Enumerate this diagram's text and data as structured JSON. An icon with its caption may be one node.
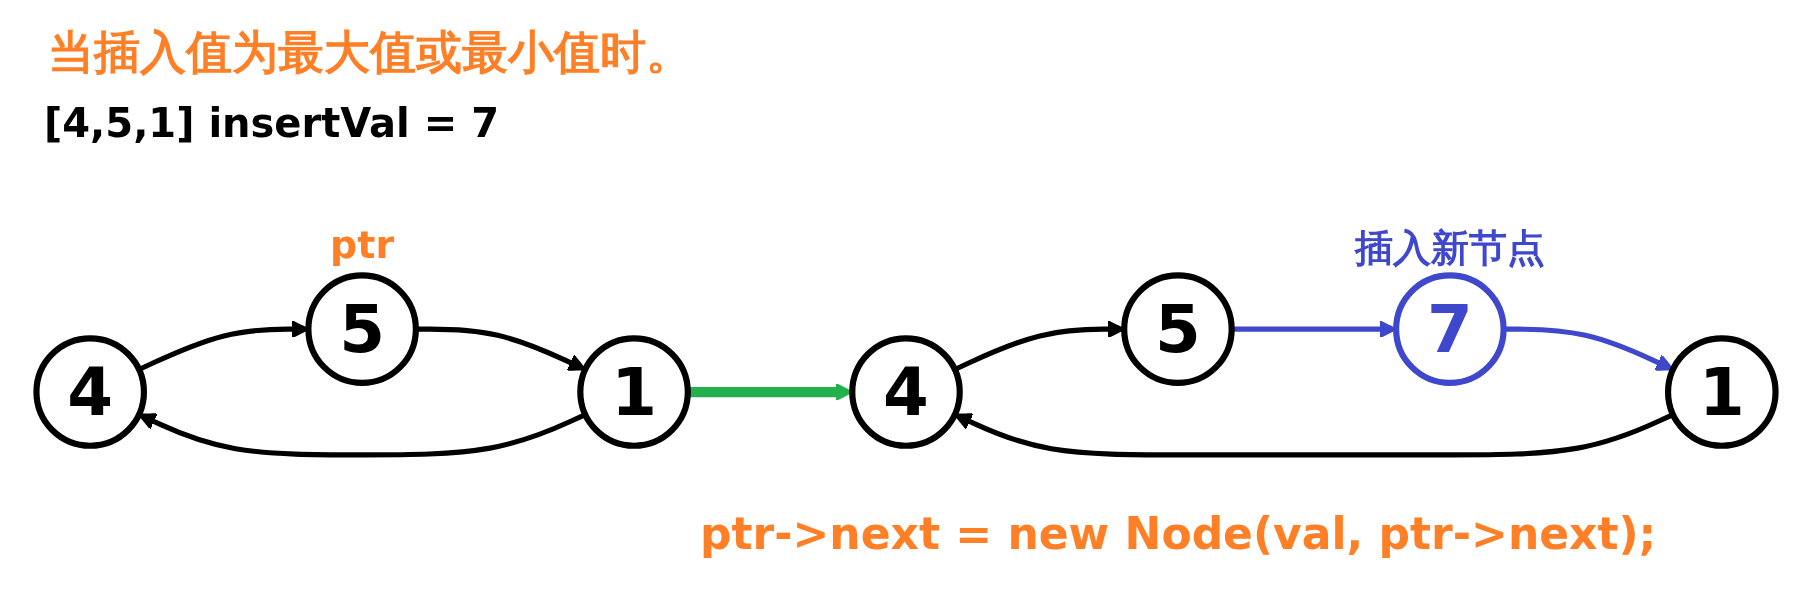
{
  "diagram": {
    "title": "当插入值为最大值或最小值时。",
    "nodes": [
      {
        "text": [
          "4"
        ]
      },
      {
        "text": [
          "5"
        ],
        "beside": [
          "ptr"
        ]
      },
      {
        "text": [
          "1"
        ]
      },
      {
        "text": [
          "4"
        ]
      },
      {
        "text": [
          "5"
        ]
      },
      {
        "text": [
          "7"
        ],
        "beside": [
          "插入新节点"
        ]
      },
      {
        "text": [
          "1"
        ]
      }
    ],
    "edges": [
      {
        "from": 0,
        "to": 1,
        "arrow": "to"
      },
      {
        "from": 1,
        "to": 2,
        "arrow": "to"
      },
      {
        "from": 2,
        "to": 0,
        "arrow": "to"
      },
      {
        "from": 2,
        "to": 3,
        "arrow": "to",
        "style": "thick",
        "color": "#22b14c"
      },
      {
        "from": 3,
        "to": 4,
        "arrow": "to"
      },
      {
        "from": 4,
        "to": 5,
        "arrow": "to",
        "color": "#3f48cc"
      },
      {
        "from": 5,
        "to": 6,
        "arrow": "to",
        "color": "#3f48cc"
      },
      {
        "from": 6,
        "to": 3,
        "arrow": "to"
      }
    ],
    "labels": [
      "[4,5,1] insertVal = 7",
      "ptr->next = new Node(val, ptr->next);"
    ]
  }
}
